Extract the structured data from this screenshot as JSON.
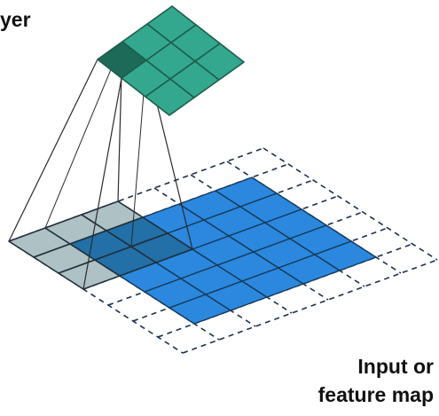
{
  "labels": {
    "top_left": "yer",
    "input_line1": "Input or",
    "input_line2": "feature map"
  },
  "colors": {
    "output_cell": "#33a88e",
    "output_highlight": "#1e6a59",
    "output_grid": "#1d5c4e",
    "input_cell": "#2b88de",
    "input_highlight": "#1a6aa8",
    "kernel_outside": "#aec1c4",
    "kernel_overlap": "#236fa8",
    "grid_line": "#163a5a",
    "padding_dash": "#1a3050",
    "projection_line": "#2a2a2a"
  },
  "structure": {
    "output_grid_size": 3,
    "input_grid_size": 5,
    "padded_grid_size": 7,
    "kernel_size": 3,
    "highlighted_output_cell": [
      0,
      0
    ]
  }
}
